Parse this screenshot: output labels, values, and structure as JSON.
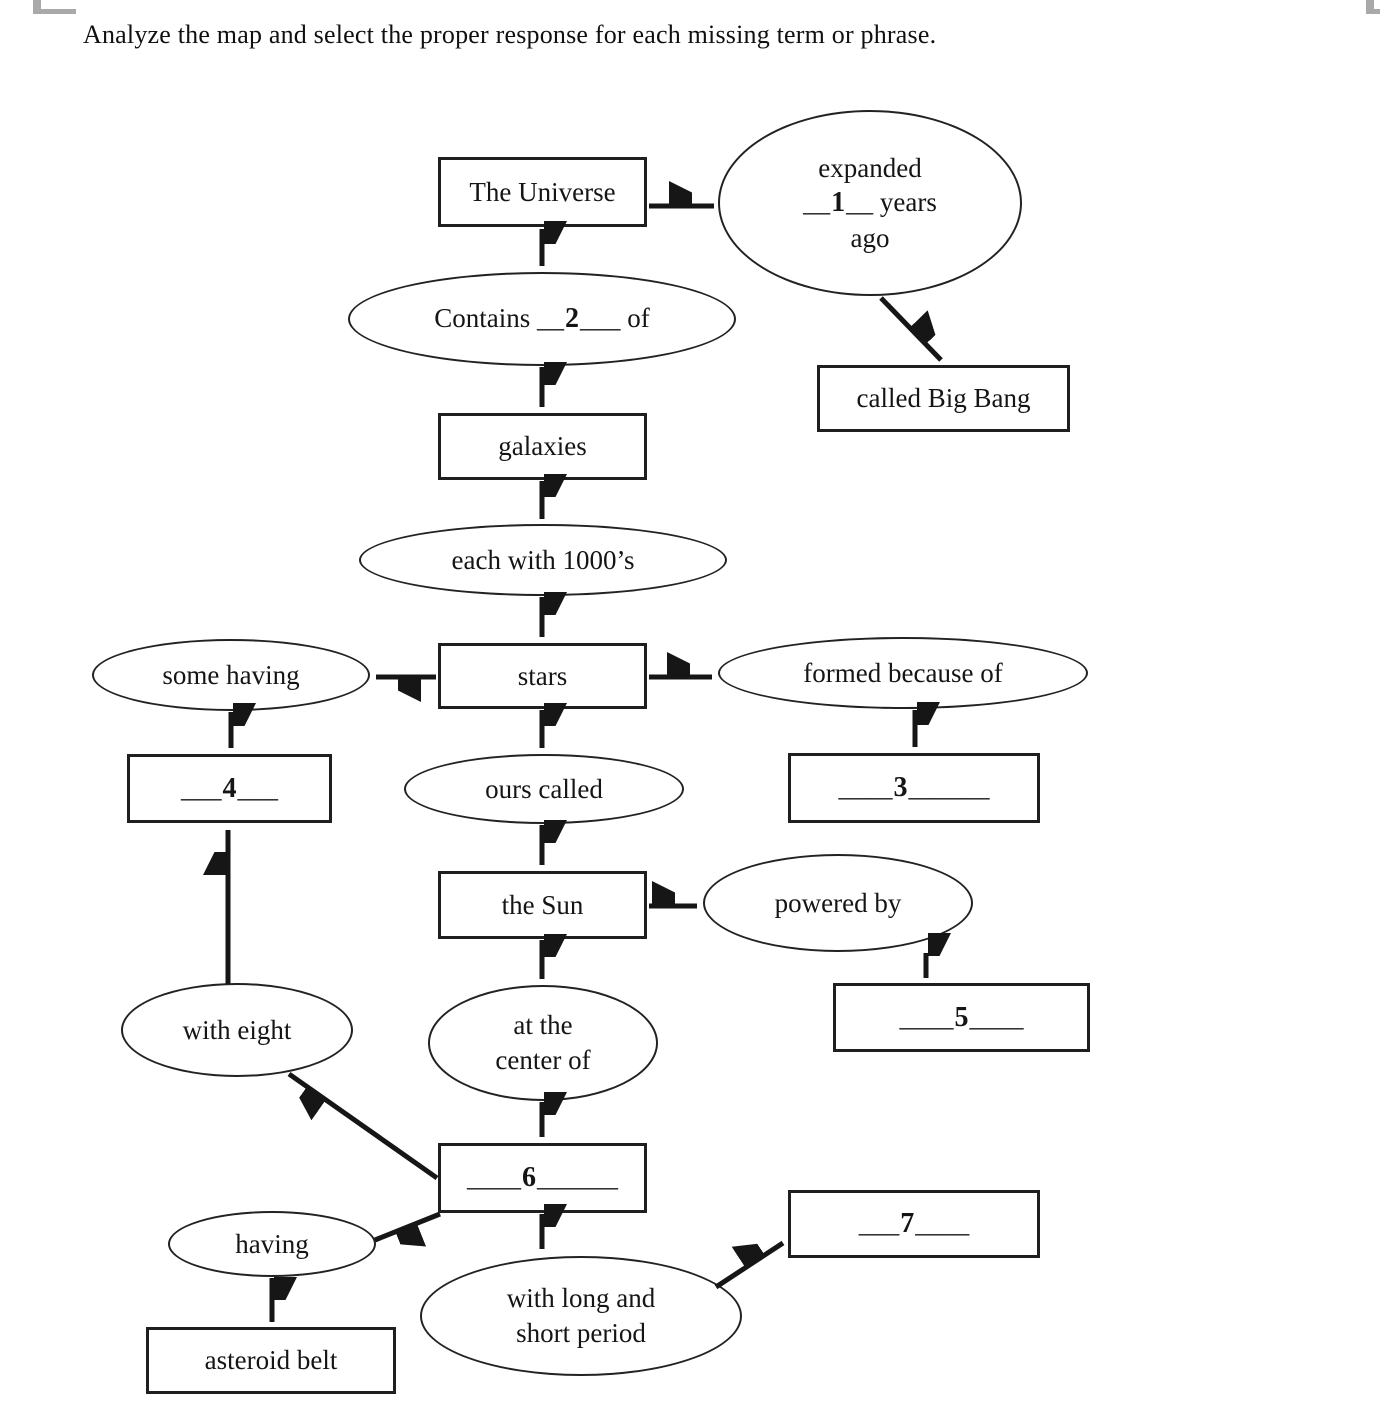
{
  "page": {
    "title": "Analyze the map and select the proper response for each missing term or phrase."
  },
  "nodes": {
    "universe": {
      "label": "The Universe"
    },
    "expanded": {
      "line1": "expanded",
      "blank_pre": "__",
      "blank_num": "1",
      "blank_post": "__ years",
      "line3": "ago"
    },
    "big_bang": {
      "label": "called Big Bang"
    },
    "contains": {
      "pre": "Contains __",
      "num": "2",
      "post": "___ of"
    },
    "galaxies": {
      "label": "galaxies"
    },
    "each_with_1000s": {
      "label": "each with 1000’s"
    },
    "stars": {
      "label": "stars"
    },
    "some_having": {
      "label": "some having"
    },
    "formed_because_of": {
      "label": "formed because of"
    },
    "blank4": {
      "pre": "___",
      "num": "4",
      "post": "___"
    },
    "ours_called": {
      "label": "ours called"
    },
    "blank3": {
      "pre": "____",
      "num": "3",
      "post": "______"
    },
    "the_sun": {
      "label": "the Sun"
    },
    "powered_by": {
      "label": "powered by"
    },
    "blank5": {
      "pre": "____",
      "num": "5",
      "post": "____"
    },
    "at_the_center_of": {
      "label": "at the\ncenter of"
    },
    "with_eight": {
      "label": "with eight"
    },
    "blank6": {
      "pre": "____",
      "num": "6",
      "post": "______"
    },
    "having": {
      "label": "having"
    },
    "asteroid_belt": {
      "label": "asteroid belt"
    },
    "with_long_short_period": {
      "label": "with long and\nshort period"
    },
    "blank7": {
      "pre": "___",
      "num": "7",
      "post": "____"
    }
  }
}
